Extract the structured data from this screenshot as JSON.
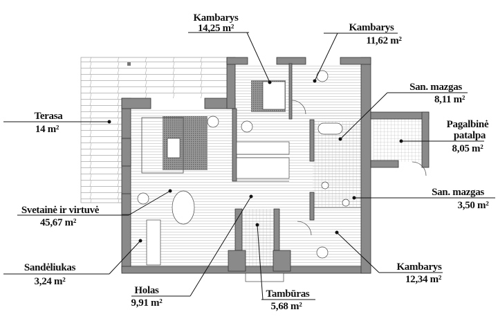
{
  "rooms": {
    "bedroom_a": {
      "name": "Kambarys",
      "area": "14,25 m²"
    },
    "bedroom_b": {
      "name": "Kambarys",
      "area": "11,62 m²"
    },
    "bathroom_a": {
      "name": "San. mazgas",
      "area": "8,11 m²"
    },
    "utility": {
      "name_line1": "Pagalbinė",
      "name_line2": "patalpa",
      "area": "8,05 m²"
    },
    "bathroom_b": {
      "name": "San. mazgas",
      "area": "3,50 m²"
    },
    "terrace": {
      "name": "Terasa",
      "area": "14 m²"
    },
    "living_kitchen": {
      "name": "Svetainė ir virtuvė",
      "area": "45,67 m²"
    },
    "storage": {
      "name": "Sandėliukas",
      "area": "3,24 m²"
    },
    "hall": {
      "name": "Holas",
      "area": "9,91 m²"
    },
    "vestibule": {
      "name": "Tambūras",
      "area": "5,68 m²"
    },
    "bedroom_c": {
      "name": "Kambarys",
      "area": "12,34 m²"
    }
  }
}
